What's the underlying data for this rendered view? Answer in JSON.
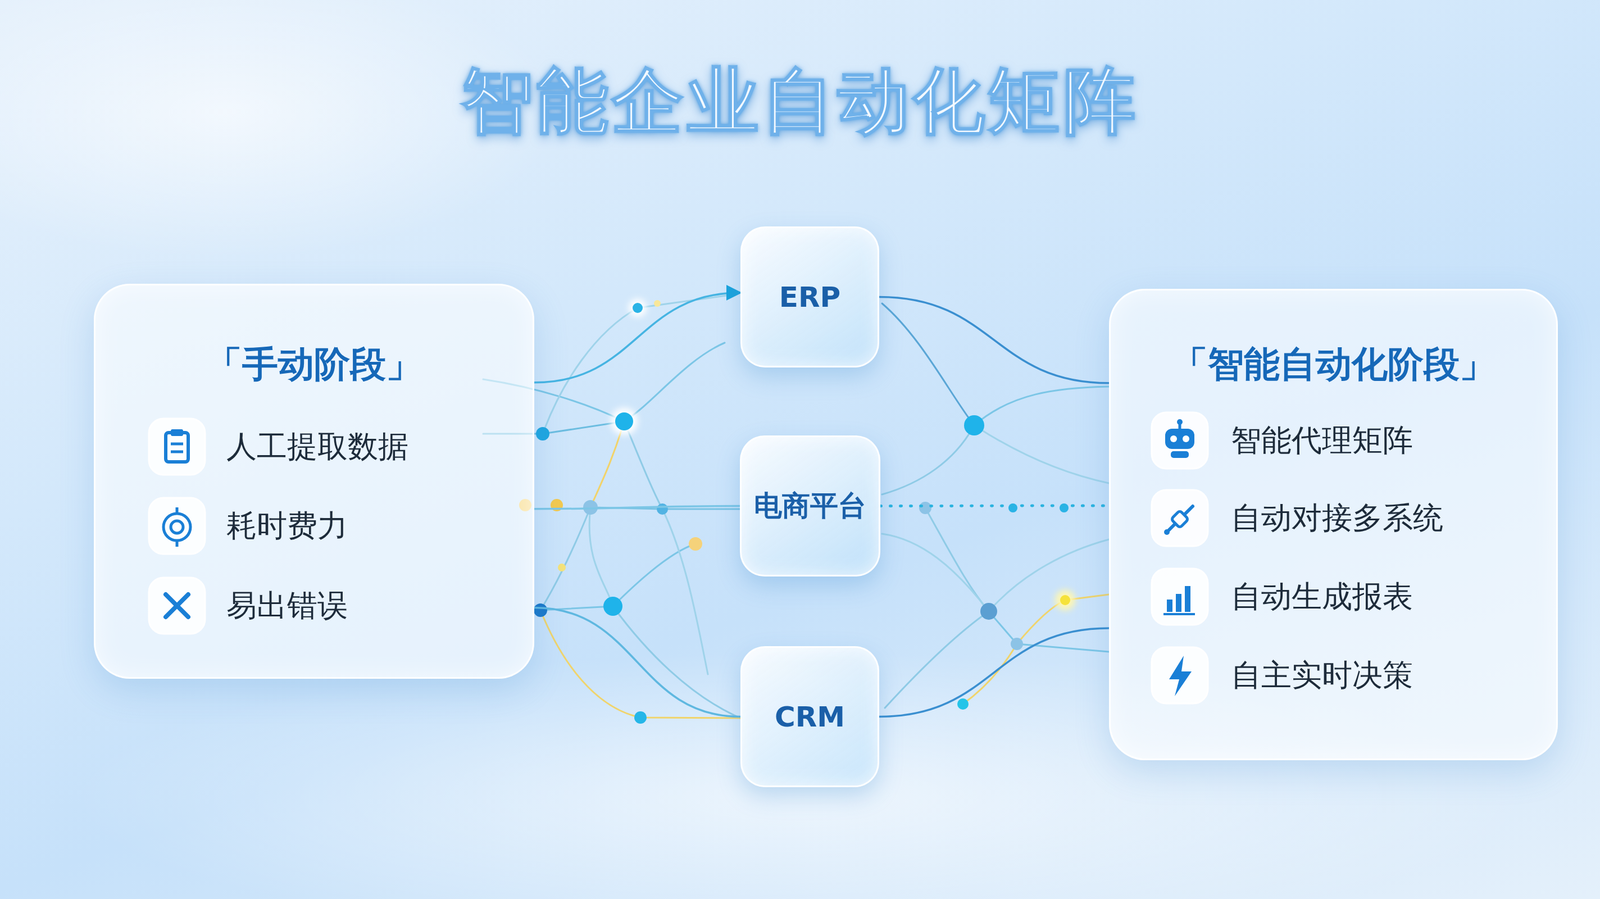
{
  "diagram": {
    "title": "智能企业自动化矩阵",
    "nodes": [
      {
        "text": [
          "「手动阶段」",
          "人工提取数据",
          "耗时费力",
          "易出错误"
        ]
      },
      {
        "text": [
          "ERP"
        ]
      },
      {
        "text": [
          "电商平台"
        ]
      },
      {
        "text": [
          "CRM"
        ]
      },
      {
        "text": [
          "「智能自动化阶段」",
          "智能代理矩阵",
          "自动对接多系统",
          "自动生成报表",
          "自主实时决策"
        ]
      }
    ],
    "edges": [
      {
        "from": 0,
        "to": 1,
        "arrow": "to"
      },
      {
        "from": 0,
        "to": 2,
        "arrow": "none"
      },
      {
        "from": 0,
        "to": 3,
        "arrow": "none"
      },
      {
        "from": 1,
        "to": 4,
        "arrow": "none"
      },
      {
        "from": 2,
        "to": 4,
        "arrow": "none"
      },
      {
        "from": 3,
        "to": 4,
        "arrow": "none"
      }
    ]
  }
}
